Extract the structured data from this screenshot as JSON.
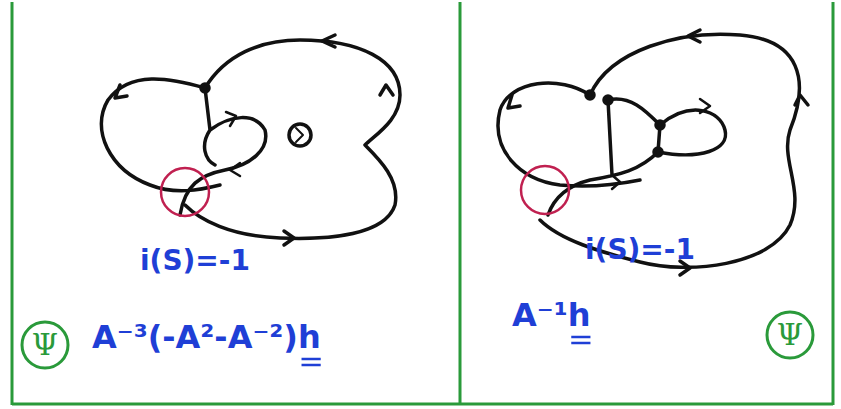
{
  "diagram": {
    "nodes": [
      {
        "text": [
          "Ψ"
        ]
      },
      {
        "text": [
          "Ψ"
        ]
      }
    ],
    "labels": [
      "i(S)=-1",
      "A⁻³(-A²-A⁻²)h",
      "i(S)=-1",
      "A⁻¹h"
    ]
  }
}
